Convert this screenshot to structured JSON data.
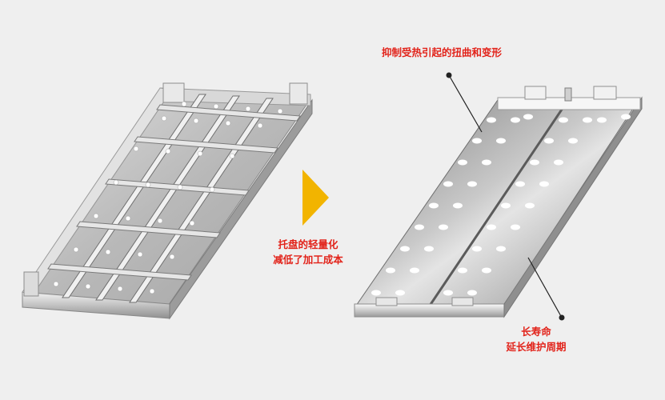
{
  "colors": {
    "background": "#efefef",
    "accent_red": "#e2231a",
    "arrow": "#f2b400",
    "metal_light": "#e8e8e8",
    "metal_dark": "#6d6d6d"
  },
  "icons": {
    "transition_arrow": "triangle-right"
  },
  "labels": {
    "top_right": "抑制受热引起的扭曲和变形",
    "center_line1": "托盘的轻量化",
    "center_line2": "减低了加工成本",
    "bottom_line1": "长寿命",
    "bottom_line2": "延长维护周期"
  }
}
